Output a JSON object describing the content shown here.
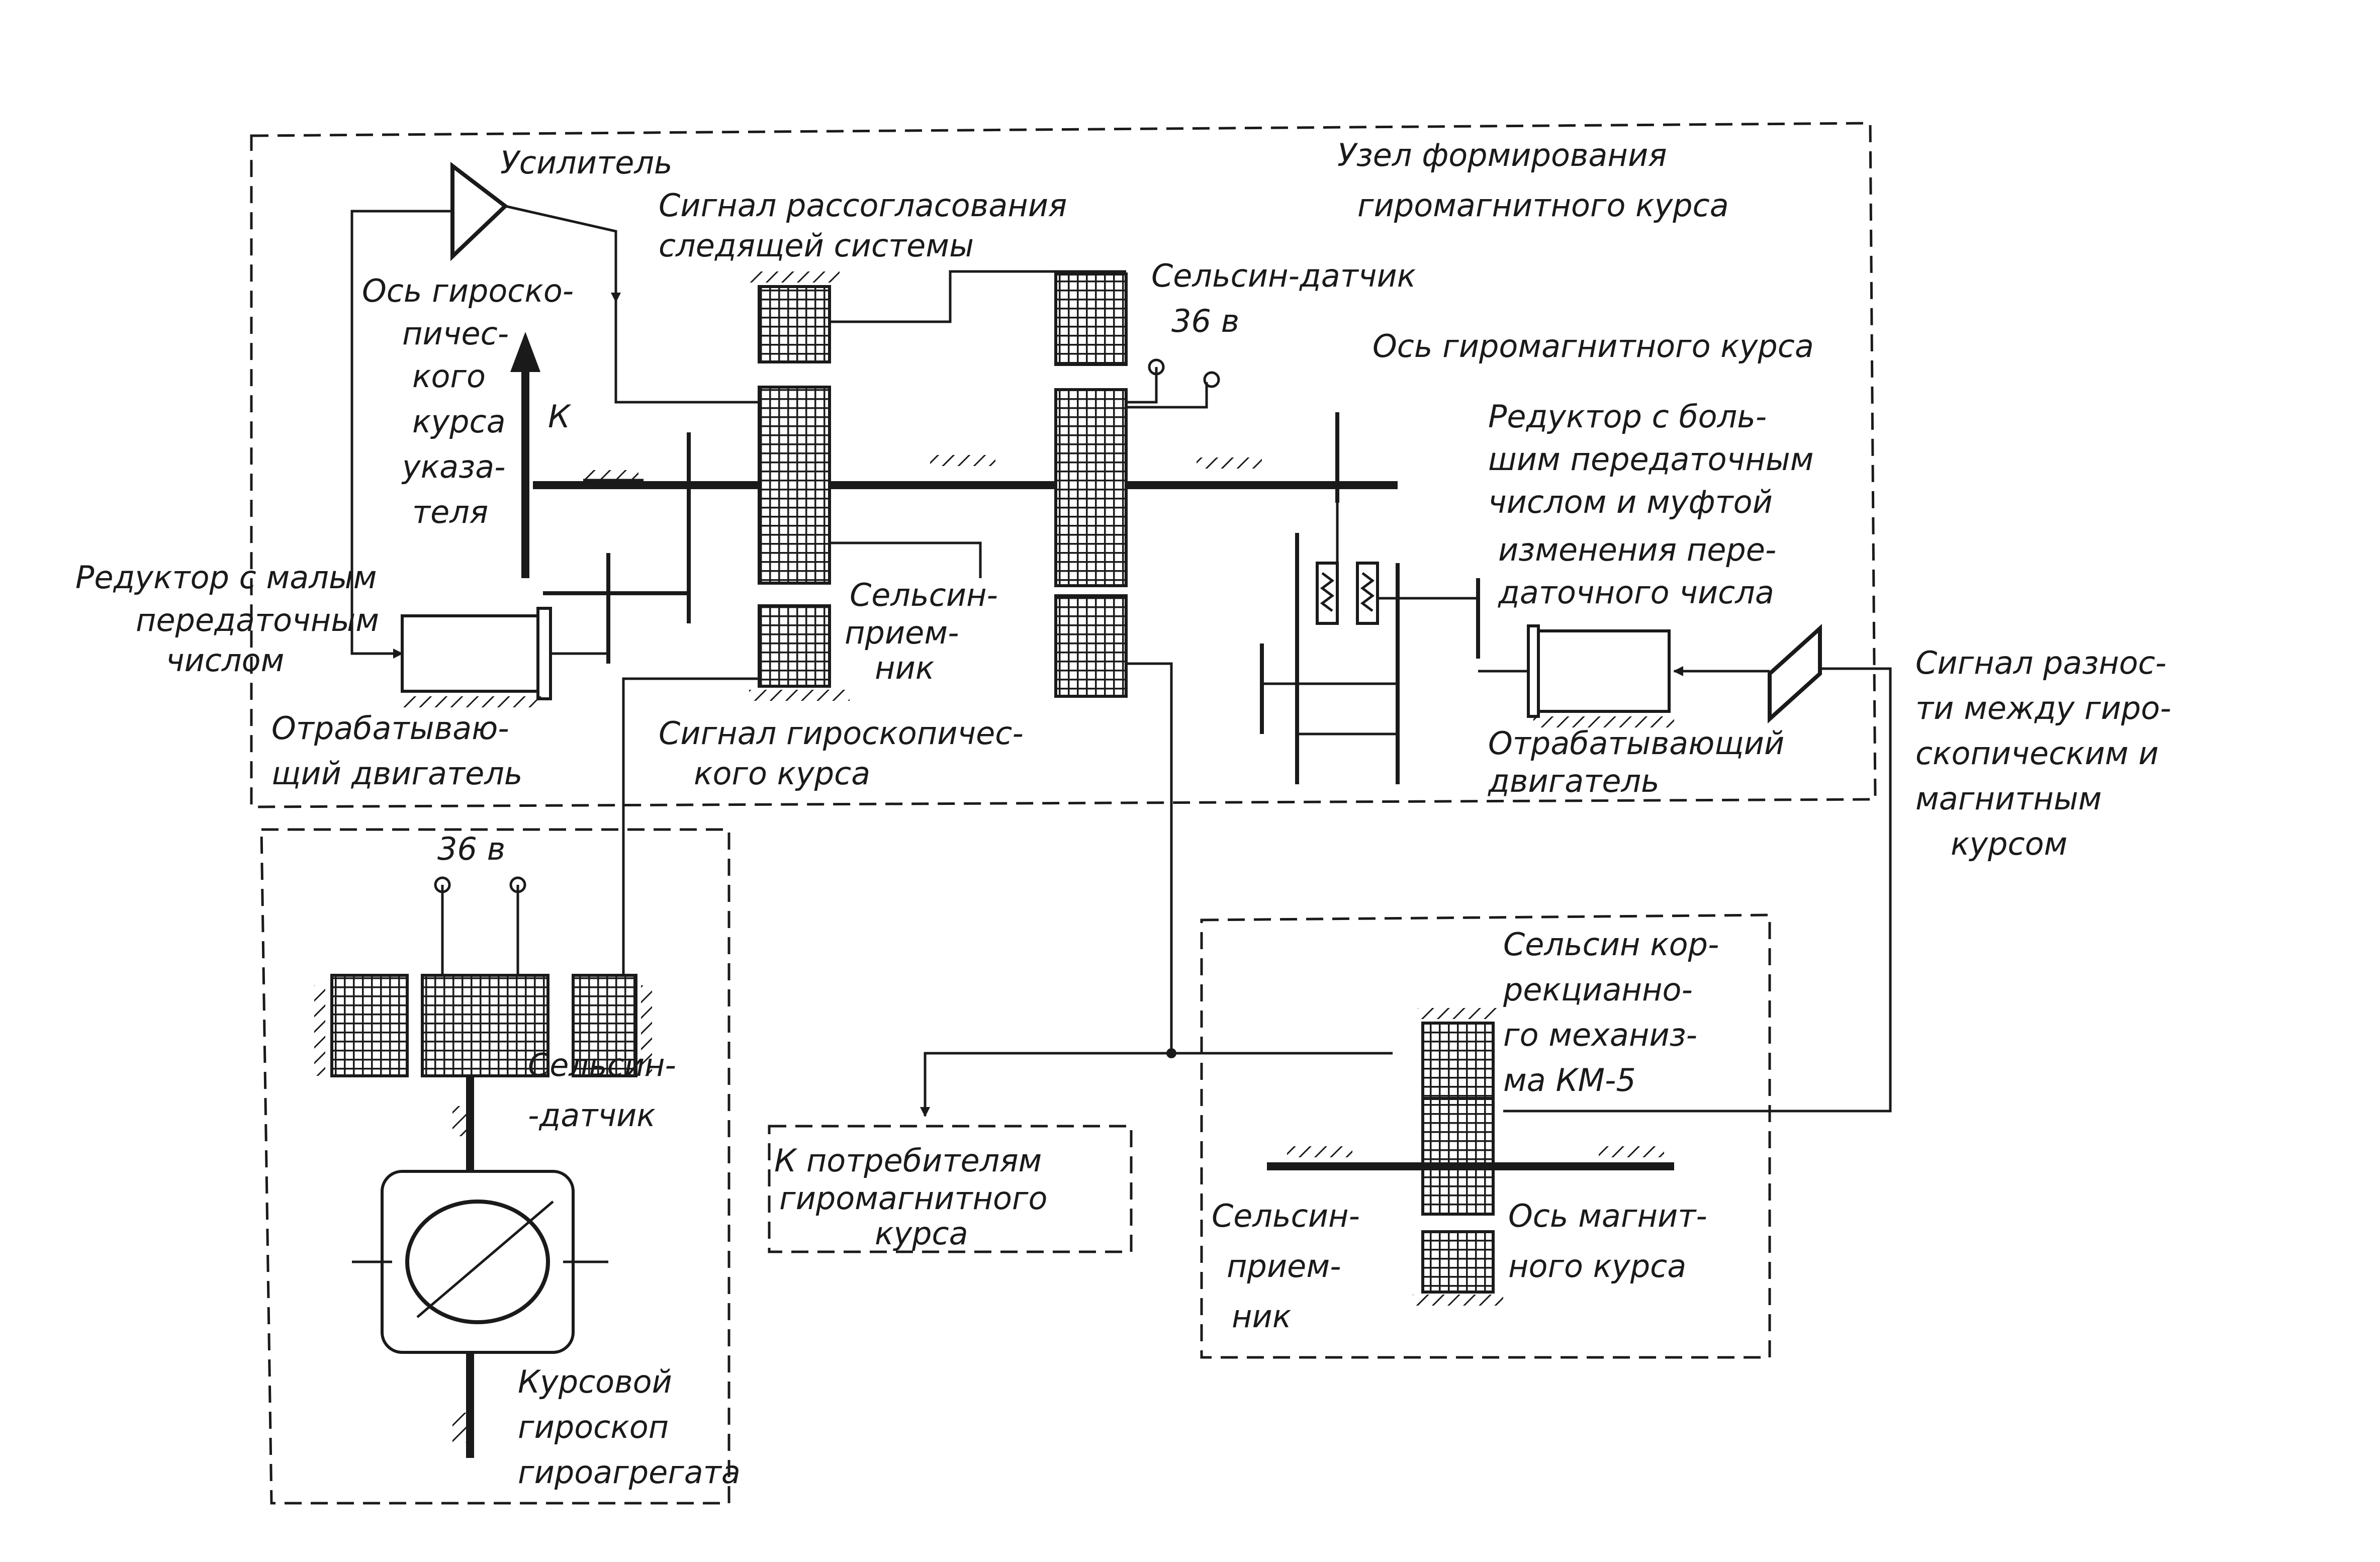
{
  "labels": {
    "amplifier_top": "Усилитель",
    "node_title_1": "Узел формирования",
    "node_title_2": "гиромагнитного курса",
    "mismatch_1": "Сигнал рассогласования",
    "mismatch_2": "следящей системы",
    "gyro_axis_1": "Ось гироско-",
    "gyro_axis_2": "пичес-",
    "gyro_axis_3": "кого",
    "gyro_axis_4": "курса",
    "gyro_axis_5": "указа-",
    "gyro_axis_6": "теля",
    "k_letter": "К",
    "selsyn_sensor_top": "Сельсин-датчик",
    "voltage_top": "36 в",
    "gm_axis": "Ось гиромагнитного курса",
    "big_reducer_1": "Редуктор с боль-",
    "big_reducer_2": "шим передаточным",
    "big_reducer_3": "числом и муфтой",
    "big_reducer_4": "изменения пере-",
    "big_reducer_5": "даточного числа",
    "small_reducer_1": "Редуктор с малым",
    "small_reducer_2": "передаточным",
    "small_reducer_3": "числом",
    "selsyn_receiver_top_1": "Сельсин-",
    "selsyn_receiver_top_2": "прием-",
    "selsyn_receiver_top_3": "ник",
    "diff_signal_1": "Сигнал разнос-",
    "diff_signal_2": "ти между гиро-",
    "diff_signal_3": "скопическим и",
    "diff_signal_4": "магнитным",
    "diff_signal_5": "курсом",
    "motor_left_1": "Отрабатываю-",
    "motor_left_2": "щий двигатель",
    "gyro_signal_1": "Сигнал гироскопичес-",
    "gyro_signal_2": "кого курса",
    "motor_right_1": "Отрабатывающий",
    "motor_right_2": "двигатель",
    "voltage_bottom": "36 в",
    "selsyn_sensor_bottom_1": "Сельсин-",
    "selsyn_sensor_bottom_2": "-датчик",
    "correction_1": "Сельсин кор-",
    "correction_2": "рекцианно-",
    "correction_3": "го механиз-",
    "correction_4": "ма КМ-5",
    "consumers_1": "К потребителям",
    "consumers_2": "гиромагнитного",
    "consumers_3": "курса",
    "selsyn_receiver_bottom_1": "Сельсин-",
    "selsyn_receiver_bottom_2": "прием-",
    "selsyn_receiver_bottom_3": "ник",
    "mag_axis_1": "Ось магнит-",
    "mag_axis_2": "ного курса",
    "gyro_1": "Курсовой",
    "gyro_2": "гироскоп",
    "gyro_3": "гироагрегата"
  }
}
